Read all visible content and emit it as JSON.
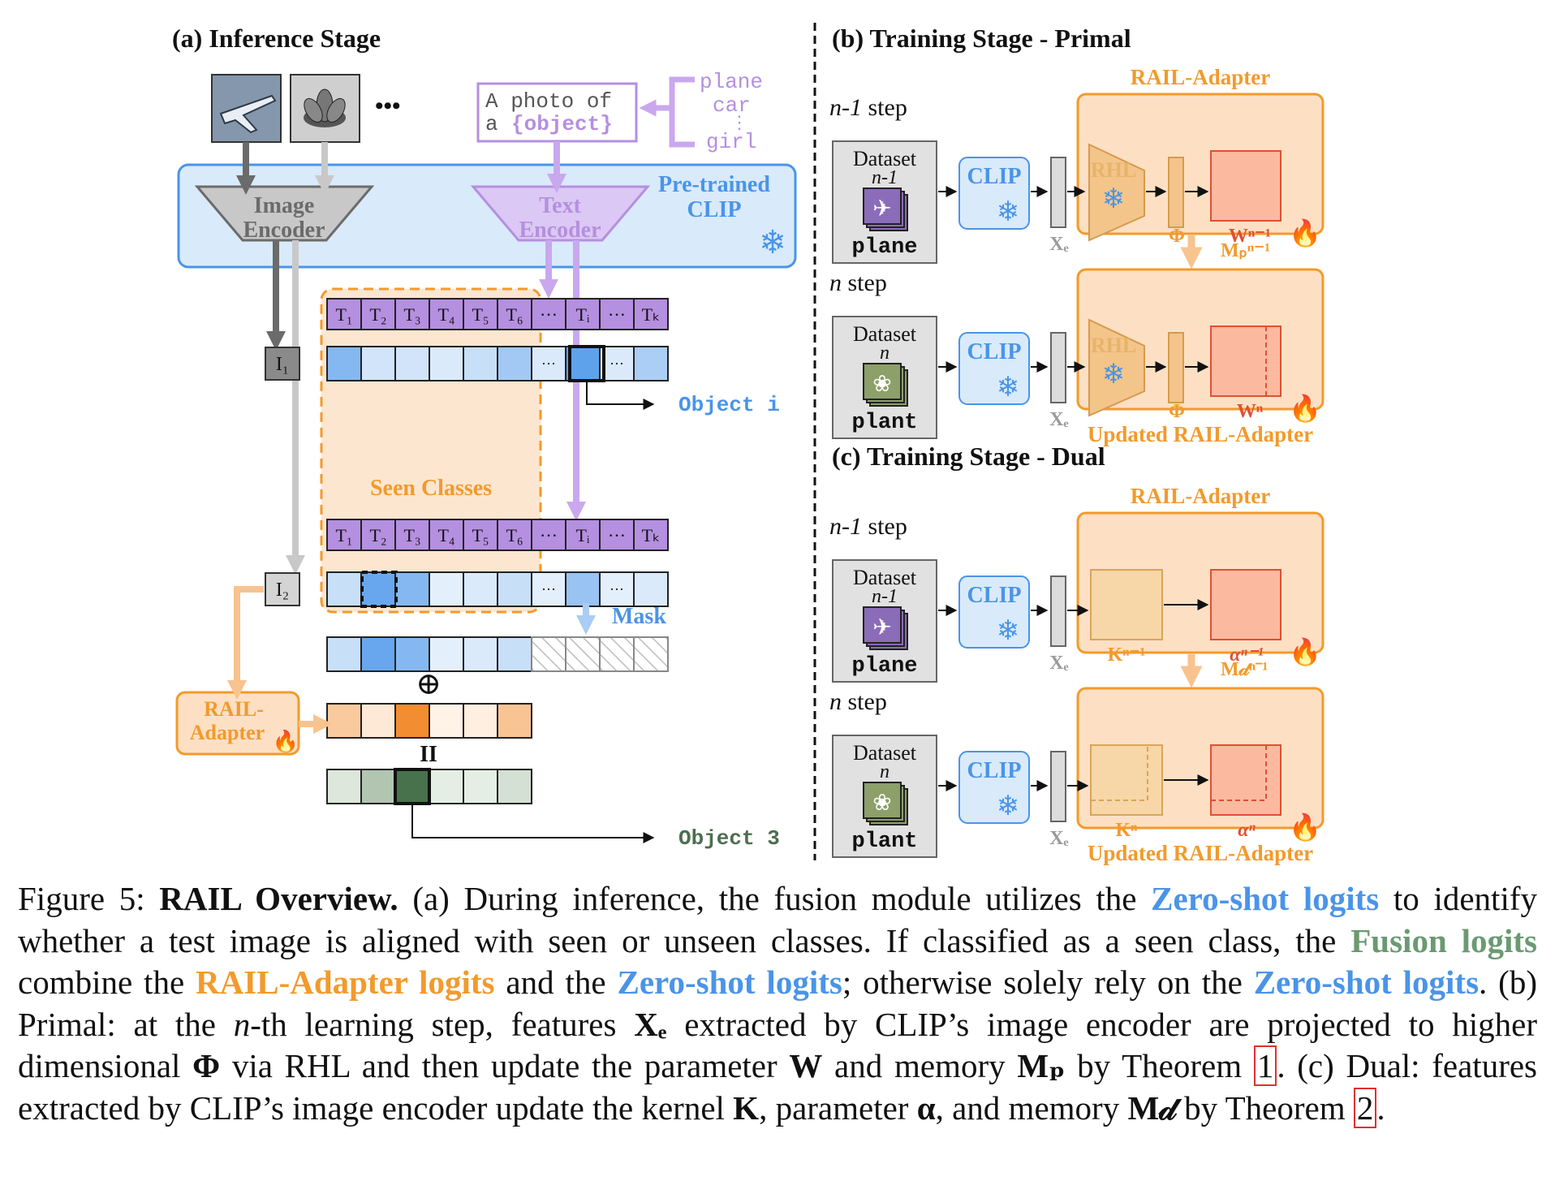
{
  "panels": {
    "a_title": "(a) Inference Stage",
    "b_title": "(b) Training Stage - Primal",
    "c_title": "(c) Training Stage - Dual"
  },
  "inference": {
    "ellipsis": "•••",
    "prompt_line1": "A photo of",
    "prompt_line2_a": "a ",
    "prompt_line2_b": "{object}",
    "objects": [
      "plane",
      "car",
      "⋮",
      "girl"
    ],
    "image_encoder": [
      "Image",
      "Encoder"
    ],
    "text_encoder": [
      "Text",
      "Encoder"
    ],
    "clip_label": [
      "Pre-trained",
      "CLIP"
    ],
    "tokens": [
      "T₁",
      "T₂",
      "T₃",
      "T₄",
      "T₅",
      "T₆",
      "···",
      "Tᵢ",
      "···",
      "Tₖ"
    ],
    "i1": "I₁",
    "i2": "I₂",
    "seen_classes": "Seen Classes",
    "object_i": "Object i",
    "mask": "Mask",
    "plus": "⊕",
    "equals": "II",
    "adapter": [
      "RAIL-",
      "Adapter"
    ],
    "object_3": "Object 3",
    "dots": "···"
  },
  "primal": {
    "step_prev": "n-1",
    "step_prev_suffix": " step",
    "step_curr": "n",
    "step_curr_suffix": " step",
    "dataset": "Dataset",
    "ds_prev": "n-1",
    "ds_curr": "n",
    "label_prev": "plane",
    "label_curr": "plant",
    "clip": "CLIP",
    "xe": "Xₑ",
    "rhl": "RHL",
    "phi": "Φ",
    "adapter_title": "RAIL-Adapter",
    "updated_title": "Updated RAIL-Adapter",
    "w_prev": "Wⁿ⁻¹",
    "w_curr": "Wⁿ",
    "memory": "Mₚⁿ⁻¹"
  },
  "dual": {
    "adapter_title": "RAIL-Adapter",
    "updated_title": "Updated RAIL-Adapter",
    "k_prev": "Kⁿ⁻¹",
    "k_curr": "Kⁿ",
    "a_prev": "αⁿ⁻¹",
    "a_curr": "αⁿ",
    "memory": "M𝒹ⁿ⁻¹"
  },
  "caption": {
    "fig": "Figure 5: ",
    "title": "RAIL Overview.",
    "s1": " (a) During inference, the fusion module utilizes the ",
    "zs1": "Zero-shot logits",
    "s2": " to identify whether a test image is aligned with seen or unseen classes. If classified as a seen class, the ",
    "fusion": "Fusion logits",
    "s3": " combine the ",
    "adapter": "RAIL-Adapter logits",
    "s4": " and the ",
    "zs2": "Zero-shot logits",
    "s5": "; otherwise solely rely on the ",
    "zs3": "Zero-shot logits",
    "s6": ". (b) Primal: at the ",
    "n": "n",
    "s7": "-th learning step, features ",
    "xe": "Xₑ",
    "s8": " extracted by CLIP’s image encoder are projected to higher dimensional ",
    "phi": "Φ",
    "s9": " via RHL and then update the parameter ",
    "w": "W",
    "s10": " and memory ",
    "mp": "Mₚ",
    "s11": " by Theorem ",
    "ref1": "1",
    "s12": ". (c) Dual: features extracted by CLIP’s image encoder update the kernel ",
    "k": "K",
    "s13": ", parameter ",
    "alpha": "α",
    "s14": ", and memory ",
    "md": "M𝒹",
    "s15": " by Theorem ",
    "ref2": "2",
    "s16": "."
  },
  "colors": {
    "purple": "#b58fe0",
    "purple_fill": "#c9a8ee",
    "blue": "#4a94e8",
    "clip_fill": "#d9eafb",
    "orange": "#f39a2b",
    "orange_fill": "#fde0c4",
    "red": "#e05030",
    "green": "#4d6e4f"
  },
  "row_values": {
    "zero_shot_1": [
      0.55,
      0.15,
      0.15,
      0.1,
      0.2,
      0.4,
      0.1,
      0.75,
      0.1,
      0.35
    ],
    "zero_shot_2": [
      0.2,
      0.7,
      0.55,
      0.05,
      0.1,
      0.2,
      0.05,
      0.45,
      0.05,
      0.1
    ],
    "masked": [
      0.2,
      0.7,
      0.55,
      0.05,
      0.1,
      0.2
    ],
    "adapter": [
      0.35,
      0.1,
      0.85,
      0.02,
      0.05,
      0.4
    ],
    "fusion": [
      0.1,
      0.35,
      0.95,
      0.05,
      0.05,
      0.15
    ]
  }
}
